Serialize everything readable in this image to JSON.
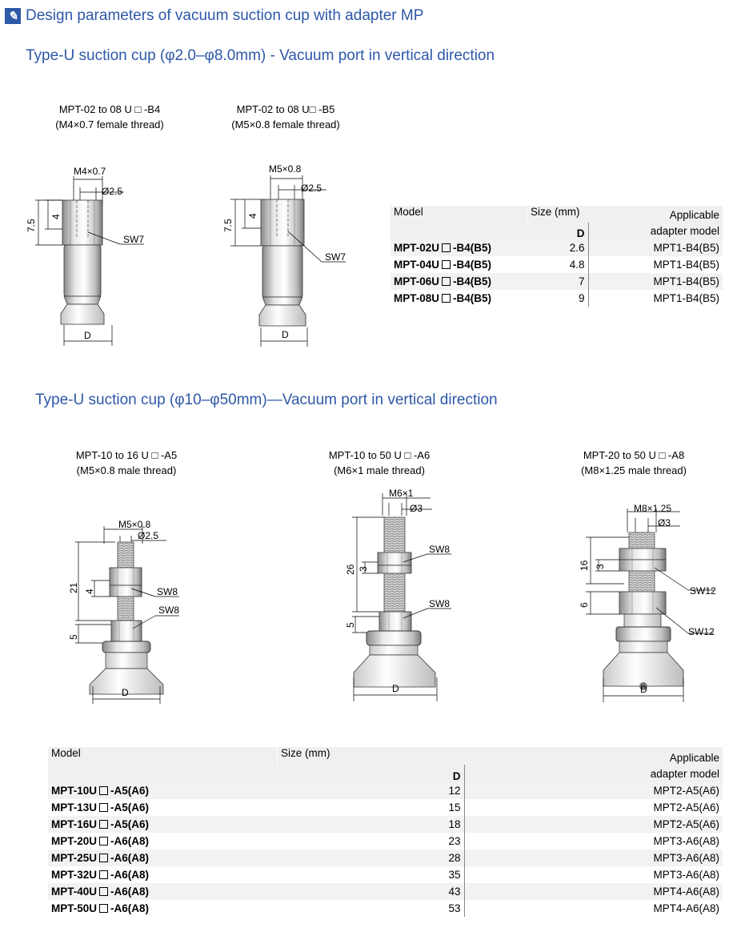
{
  "header": {
    "icon": "pencil-icon",
    "title": "Design parameters of vacuum suction cup with adapter MP"
  },
  "sections": [
    "Type-U suction  cup  (φ2.0–φ8.0mm) - Vacuum port  in vertical  direction",
    "Type-U suction  cup  (φ10–φ50mm)—Vacuum port  in vertical  direction"
  ],
  "small_cups": [
    {
      "caption1": "MPT-02 to 08 U □ -B4",
      "caption2": "(M4×0.7 female thread)",
      "thread": "M4×0.7",
      "bore": "Ø2.5",
      "h1": "7.5",
      "h2": "4",
      "sw": "SW7",
      "d": "D"
    },
    {
      "caption1": "MPT-02 to 08 U□ -B5",
      "caption2": "(M5×0.8 female thread)",
      "thread": "M5×0.8",
      "bore": "Ø2.5",
      "h1": "7.5",
      "h2": "4",
      "sw": "SW7",
      "d": "D"
    }
  ],
  "large_cups": [
    {
      "caption1": "MPT-10 to 16 U □ -A5",
      "caption2": "(M5×0.8 male thread)",
      "thread": "M5×0.8",
      "bore": "Ø2.5",
      "h1": "21",
      "h2": "4",
      "h3": "5",
      "sw1": "SW8",
      "sw2": "SW8",
      "d": "D"
    },
    {
      "caption1": "MPT-10 to 50 U □ -A6",
      "caption2": "(M6×1 male thread)",
      "thread": "M6×1",
      "bore": "Ø3",
      "h1": "26",
      "h2": "3",
      "h3": "5",
      "sw1": "SW8",
      "sw2": "SW8",
      "d": "D"
    },
    {
      "caption1": "MPT-20 to 50 U □ -A8",
      "caption2": "(M8×1.25 male thread)",
      "thread": "M8×1.25",
      "bore": "Ø3",
      "h1": "16",
      "h2": "3",
      "h3": "6",
      "sw1": "SW12",
      "sw2": "SW12",
      "d": "D"
    }
  ],
  "table1": {
    "model_header": "Model",
    "size_header": "Size (mm)",
    "d_header": "D",
    "adapter_header_1": "Applicable",
    "adapter_header_2": "adapter model",
    "rows": [
      {
        "model_a": "MPT-02U",
        "model_b": "-B4(B5)",
        "d": "2.6",
        "adapter": "MPT1-B4(B5)"
      },
      {
        "model_a": "MPT-04U",
        "model_b": "-B4(B5)",
        "d": "4.8",
        "adapter": "MPT1-B4(B5)"
      },
      {
        "model_a": "MPT-06U",
        "model_b": "-B4(B5)",
        "d": "7",
        "adapter": "MPT1-B4(B5)"
      },
      {
        "model_a": "MPT-08U",
        "model_b": "-B4(B5)",
        "d": "9",
        "adapter": "MPT1-B4(B5)"
      }
    ]
  },
  "table2": {
    "model_header": "Model",
    "size_header": "Size (mm)",
    "d_header": "D",
    "adapter_header_1": "Applicable",
    "adapter_header_2": "adapter model",
    "rows": [
      {
        "model_a": "MPT-10U",
        "model_b": "-A5(A6)",
        "d": "12",
        "adapter": "MPT2-A5(A6)"
      },
      {
        "model_a": "MPT-13U",
        "model_b": "-A5(A6)",
        "d": "15",
        "adapter": "MPT2-A5(A6)"
      },
      {
        "model_a": "MPT-16U",
        "model_b": "-A5(A6)",
        "d": "18",
        "adapter": "MPT2-A5(A6)"
      },
      {
        "model_a": "MPT-20U",
        "model_b": "-A6(A8)",
        "d": "23",
        "adapter": "MPT3-A6(A8)"
      },
      {
        "model_a": "MPT-25U",
        "model_b": "-A6(A8)",
        "d": "28",
        "adapter": "MPT3-A6(A8)"
      },
      {
        "model_a": "MPT-32U",
        "model_b": "-A6(A8)",
        "d": "35",
        "adapter": "MPT3-A6(A8)"
      },
      {
        "model_a": "MPT-40U",
        "model_b": "-A6(A8)",
        "d": "43",
        "adapter": "MPT4-A6(A8)"
      },
      {
        "model_a": "MPT-50U",
        "model_b": "-A6(A8)",
        "d": "53",
        "adapter": "MPT4-A6(A8)"
      }
    ]
  }
}
